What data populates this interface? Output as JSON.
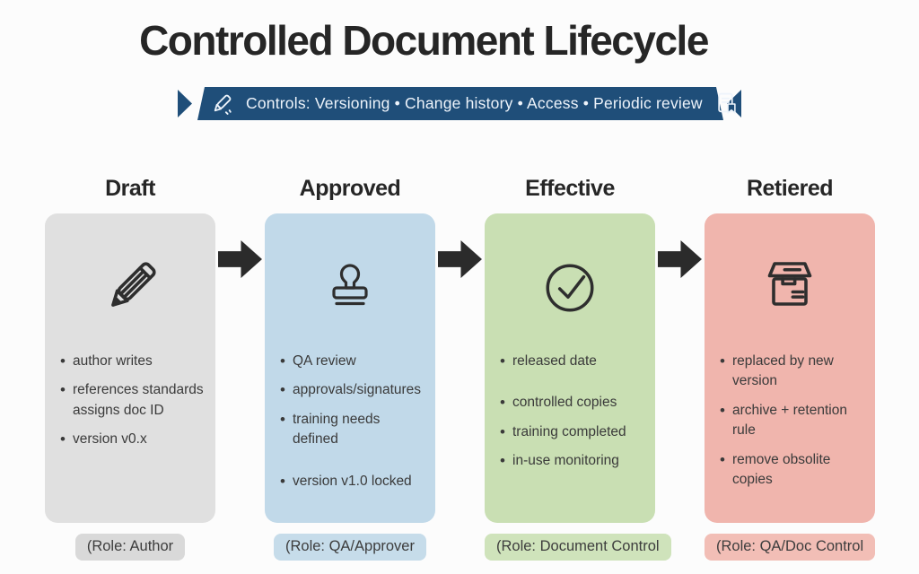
{
  "header": {
    "title": "Controlled Document Lifecycle",
    "ribbon": {
      "text": "Controls: Versioning • Change history • Access • Periodic review",
      "left_icon": "pencil-icon",
      "right_icon": "document-check-icon",
      "background": "#1f4e79",
      "text_color": "#eef4fb"
    }
  },
  "theme": {
    "background": "#fcfcfc",
    "arrow_color": "#2b2b2b",
    "icon_stroke": "#2e2e2e"
  },
  "stages": [
    {
      "id": "draft",
      "label": "Draft",
      "icon": "pencil-icon",
      "card_color": "#e0e0e0",
      "badge_color": "#d9d9d9",
      "bullets": [
        {
          "text": "author writes"
        },
        {
          "text": "references standards assigns doc ID"
        },
        {
          "text": "version v0.x"
        }
      ],
      "role": "(Role: Author"
    },
    {
      "id": "approved",
      "label": "Approved",
      "icon": "stamp-icon",
      "card_color": "#c1d9e9",
      "badge_color": "#c6dcea",
      "bullets": [
        {
          "text": "QA review"
        },
        {
          "text": "approvals/signatures"
        },
        {
          "text": "training needs defined"
        },
        {
          "text": "version v1.0 locked",
          "gap_before": true
        }
      ],
      "role": "(Role: QA/Approver"
    },
    {
      "id": "effective",
      "label": "Effective",
      "icon": "check-circle-icon",
      "card_color": "#c9dfb3",
      "badge_color": "#cfe3bb",
      "bullets": [
        {
          "text": "released date"
        },
        {
          "text": "controlled copies",
          "gap_before": true
        },
        {
          "text": "training completed"
        },
        {
          "text": "in-use monitoring"
        }
      ],
      "role": "(Role: Document Control"
    },
    {
      "id": "retiered",
      "label": "Retiered",
      "icon": "archive-box-icon",
      "card_color": "#f0b5ad",
      "badge_color": "#f2beb6",
      "bullets": [
        {
          "text": "replaced by new version"
        },
        {
          "text": "archive + retention rule"
        },
        {
          "text": "remove obsolite copies"
        }
      ],
      "role": "(Role: QA/Doc Control"
    }
  ]
}
